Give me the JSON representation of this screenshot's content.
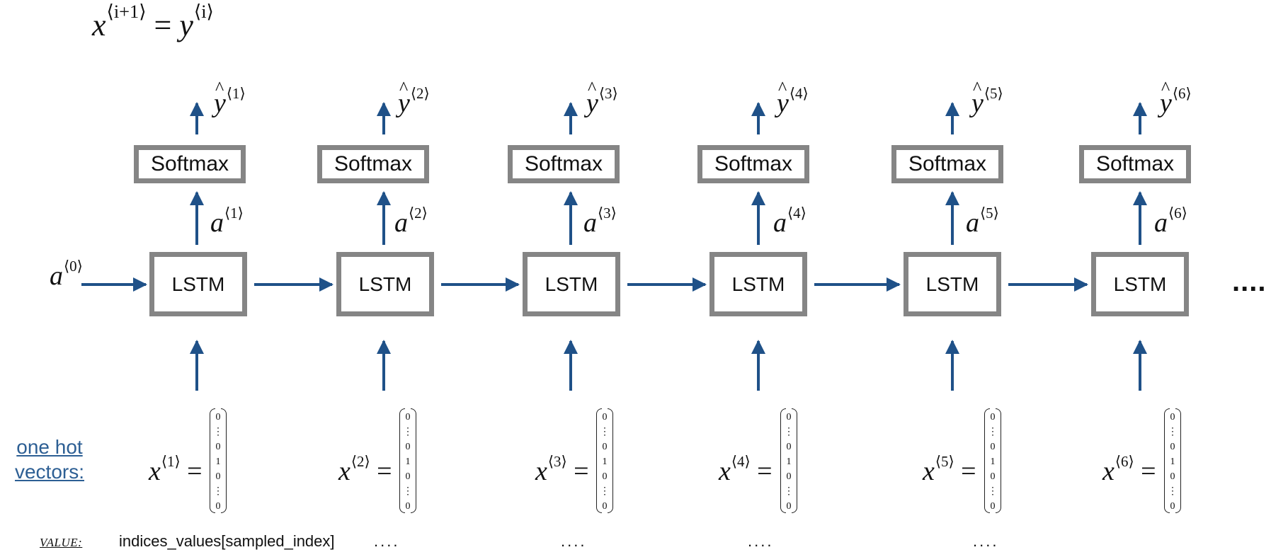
{
  "top_equation": {
    "lhs_var": "x",
    "lhs_sup": "⟨i+1⟩",
    "op": "=",
    "rhs_var": "y",
    "rhs_sup": "⟨i⟩"
  },
  "arrow_color": "#1f5188",
  "box_border_color": "#858585",
  "initial_activation": {
    "var": "a",
    "sup": "⟨0⟩"
  },
  "steps": [
    {
      "softmax_label": "Softmax",
      "lstm_label": "LSTM",
      "y_var": "y",
      "y_sup": "⟨1⟩",
      "a_var": "a",
      "a_sup": "⟨1⟩",
      "x_var": "x",
      "x_sup": "⟨1⟩",
      "eq": "=",
      "vector": [
        "0",
        "⋮",
        "0",
        "1",
        "0",
        "⋮",
        "0"
      ],
      "below": "indices_values[sampled_index]"
    },
    {
      "softmax_label": "Softmax",
      "lstm_label": "LSTM",
      "y_var": "y",
      "y_sup": "⟨2⟩",
      "a_var": "a",
      "a_sup": "⟨2⟩",
      "x_var": "x",
      "x_sup": "⟨2⟩",
      "eq": "=",
      "vector": [
        "0",
        "⋮",
        "0",
        "1",
        "0",
        "⋮",
        "0"
      ],
      "below": "...."
    },
    {
      "softmax_label": "Softmax",
      "lstm_label": "LSTM",
      "y_var": "y",
      "y_sup": "⟨3⟩",
      "a_var": "a",
      "a_sup": "⟨3⟩",
      "x_var": "x",
      "x_sup": "⟨3⟩",
      "eq": "=",
      "vector": [
        "0",
        "⋮",
        "0",
        "1",
        "0",
        "⋮",
        "0"
      ],
      "below": "...."
    },
    {
      "softmax_label": "Softmax",
      "lstm_label": "LSTM",
      "y_var": "y",
      "y_sup": "⟨4⟩",
      "a_var": "a",
      "a_sup": "⟨4⟩",
      "x_var": "x",
      "x_sup": "⟨4⟩",
      "eq": "=",
      "vector": [
        "0",
        "⋮",
        "0",
        "1",
        "0",
        "⋮",
        "0"
      ],
      "below": "...."
    },
    {
      "softmax_label": "Softmax",
      "lstm_label": "LSTM",
      "y_var": "y",
      "y_sup": "⟨5⟩",
      "a_var": "a",
      "a_sup": "⟨5⟩",
      "x_var": "x",
      "x_sup": "⟨5⟩",
      "eq": "=",
      "vector": [
        "0",
        "⋮",
        "0",
        "1",
        "0",
        "⋮",
        "0"
      ],
      "below": "...."
    },
    {
      "softmax_label": "Softmax",
      "lstm_label": "LSTM",
      "y_var": "y",
      "y_sup": "⟨6⟩",
      "a_var": "a",
      "a_sup": "⟨6⟩",
      "x_var": "x",
      "x_sup": "⟨6⟩",
      "eq": "=",
      "vector": [
        "0",
        "⋮",
        "0",
        "1",
        "0",
        "⋮",
        "0"
      ],
      "below": ""
    }
  ],
  "one_hot_label": "one hot vectors:",
  "value_tag": "VALUE:",
  "continuation": "...."
}
